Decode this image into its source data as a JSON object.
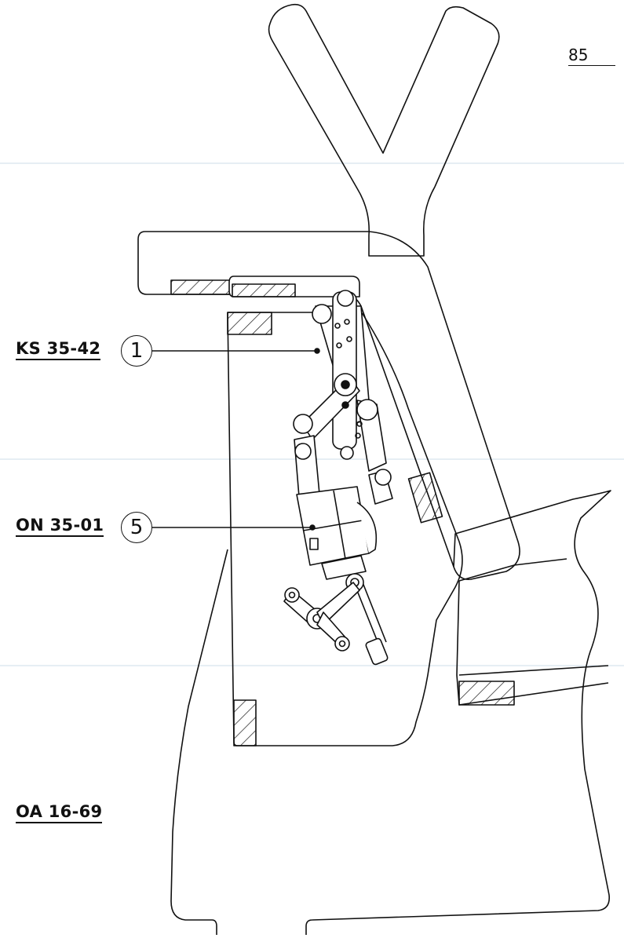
{
  "page_number": "85",
  "labels": {
    "ks": "KS 35-42",
    "on": "ON 35-01",
    "oa": "OA 16-69"
  },
  "callouts": {
    "ks": "1",
    "on": "5"
  }
}
